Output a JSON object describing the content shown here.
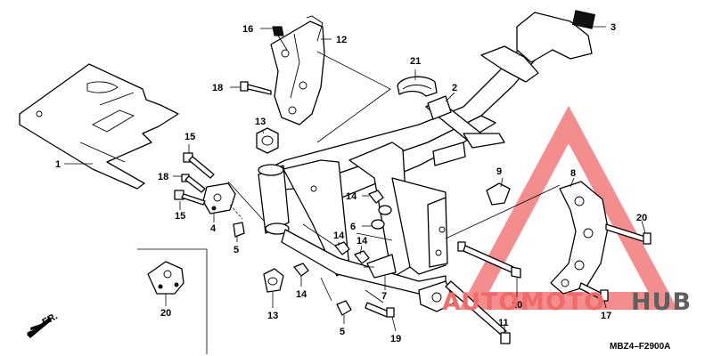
{
  "diagram": {
    "code": "MBZ4–F2900A",
    "direction_label": "FR.",
    "watermark": {
      "part1": "AUTO",
      "part2": "MOTO",
      "part3": "HUB",
      "colors": {
        "red": "#f06a6a",
        "gray": "#5f5f5f",
        "triangle": "#f27a7a"
      }
    },
    "callouts": [
      "1",
      "2",
      "3",
      "4",
      "5",
      "5",
      "6",
      "7",
      "8",
      "9",
      "10",
      "11",
      "12",
      "13",
      "13",
      "14",
      "14",
      "14",
      "14",
      "15",
      "15",
      "16",
      "16",
      "17",
      "18",
      "18",
      "19",
      "20",
      "21"
    ]
  }
}
